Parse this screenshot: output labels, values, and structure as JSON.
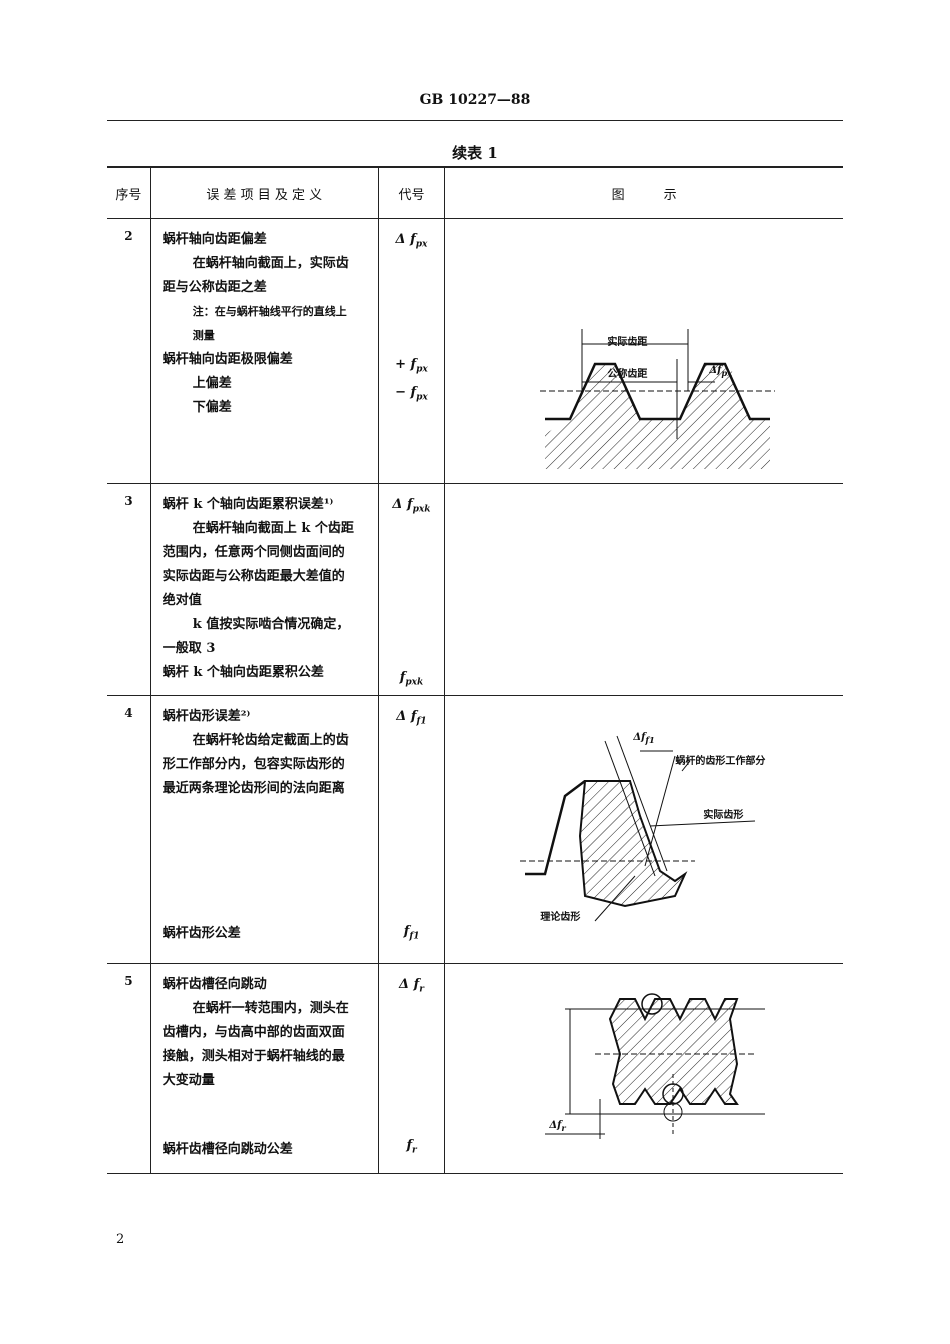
{
  "header": "GB 10227—88",
  "caption": "续表 1",
  "page_number": "2",
  "columns": [
    "序号",
    "误 差 项 目 及 定 义",
    "代号",
    "图　　　示"
  ],
  "rows": [
    {
      "no": "2",
      "lines": [
        "蜗杆轴向齿距偏差",
        "在蜗杆轴向截面上，实际齿",
        "距与公称齿距之差",
        "注：在与蜗杆轴线平行的直线上",
        "测量",
        "蜗杆轴向齿距极限偏差",
        "上偏差",
        "下偏差"
      ],
      "symbols": [
        "Δ f",
        "+ f",
        "− f"
      ],
      "sub": "px",
      "figure": {
        "actual_pitch": "实际齿距",
        "nominal_pitch": "公称齿距",
        "delta": "Δf",
        "delta_sub": "px"
      }
    },
    {
      "no": "3",
      "lines": [
        "蜗杆 k 个轴向齿距累积误差¹⁾",
        "在蜗杆轴向截面上 k 个齿距",
        "范围内，任意两个同侧齿面间的",
        "实际齿距与公称齿距最大差值的",
        "绝对值",
        "k 值按实际啮合情况确定，",
        "一般取 3",
        "蜗杆 k 个轴向齿距累积公差"
      ],
      "symbols": [
        "Δ f",
        "f"
      ],
      "sub": "pxk"
    },
    {
      "no": "4",
      "lines": [
        "蜗杆齿形误差²⁾",
        "在蜗杆轮齿给定截面上的齿",
        "形工作部分内，包容实际齿形的",
        "最近两条理论齿形间的法向距离",
        "蜗杆齿形公差"
      ],
      "symbols": [
        "Δ f",
        "f"
      ],
      "sub": "f1",
      "figure": {
        "delta": "Δf",
        "delta_sub": "f1",
        "working_part": "蜗杆的齿形工作部分",
        "actual_profile": "实际齿形",
        "theoretical_profile": "理论齿形"
      }
    },
    {
      "no": "5",
      "lines": [
        "蜗杆齿槽径向跳动",
        "在蜗杆一转范围内，测头在",
        "齿槽内，与齿高中部的齿面双面",
        "接触，测头相对于蜗杆轴线的最",
        "大变动量",
        "蜗杆齿槽径向跳动公差"
      ],
      "symbols": [
        "Δ f",
        "f"
      ],
      "sub": "r",
      "figure": {
        "delta": "Δf",
        "delta_sub": "r"
      }
    }
  ]
}
